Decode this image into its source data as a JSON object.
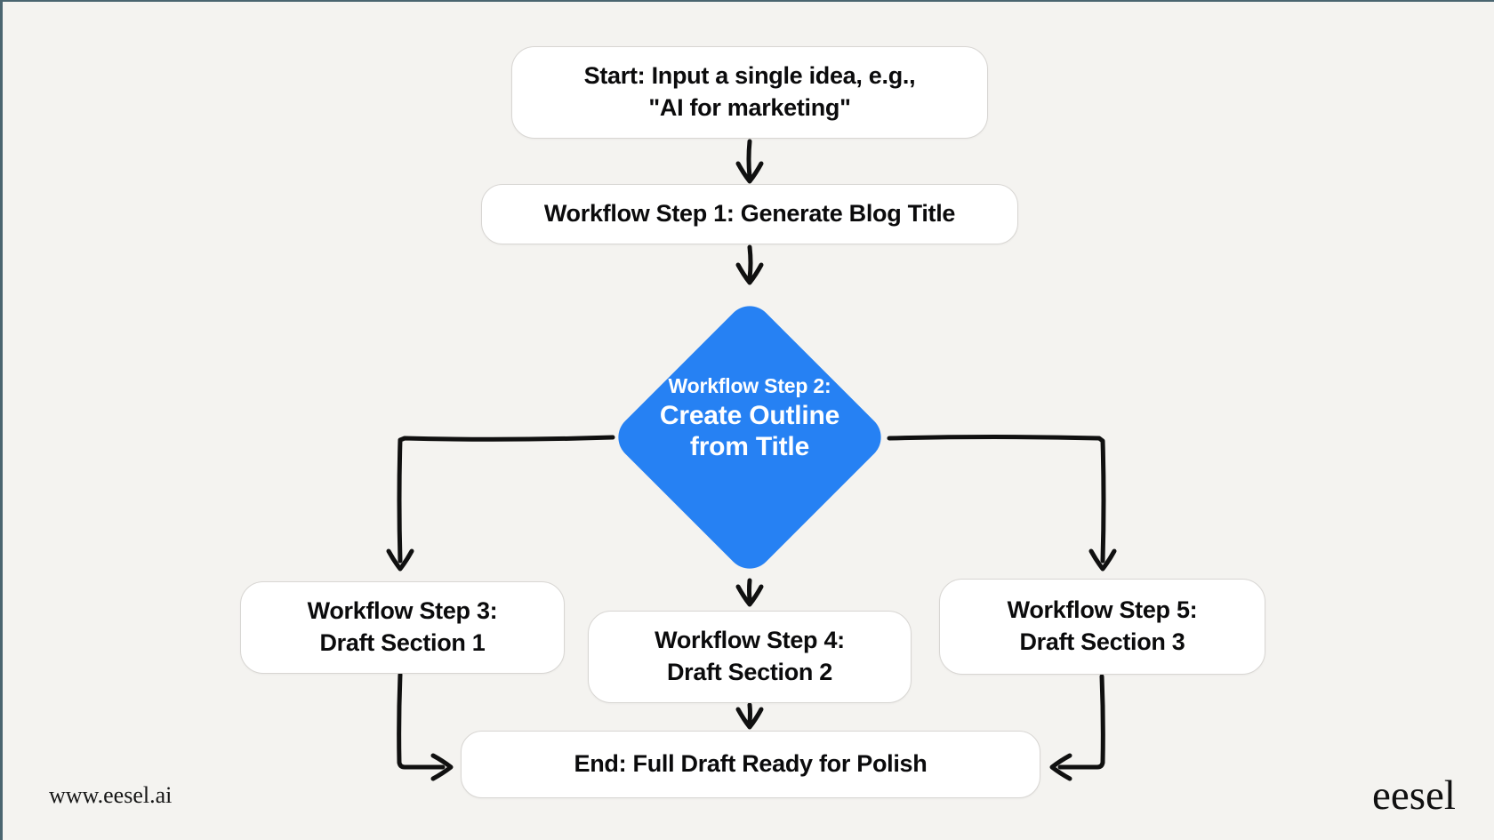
{
  "colors": {
    "background": "#f4f3f0",
    "frame_border": "#4a6570",
    "node_fill": "#ffffff",
    "node_border": "#d8d6d3",
    "decision_fill": "#2681f3",
    "decision_text": "#ffffff",
    "text": "#0b0b0c",
    "line": "#101010"
  },
  "flowchart": {
    "start": {
      "line1": "Start: Input a single idea, e.g.,",
      "line2": "\"AI for marketing\""
    },
    "step1": {
      "label": "Workflow Step 1: Generate Blog Title"
    },
    "step2": {
      "title": "Workflow Step 2:",
      "line1": "Create Outline",
      "line2": "from Title"
    },
    "step3": {
      "line1": "Workflow Step 3:",
      "line2": "Draft Section 1"
    },
    "step4": {
      "line1": "Workflow Step 4:",
      "line2": "Draft Section 2"
    },
    "step5": {
      "line1": "Workflow Step 5:",
      "line2": "Draft Section 3"
    },
    "end": {
      "label": "End: Full Draft Ready for Polish"
    }
  },
  "footer": {
    "website": "www.eesel.ai",
    "brand": "eesel"
  }
}
